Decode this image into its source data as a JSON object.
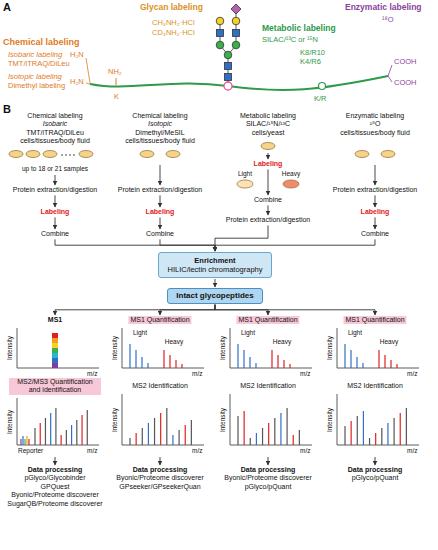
{
  "diagram": {
    "nodes": [
      {
        "text": [
          "Chemical labeling",
          "Isobaric",
          "TMT/iTRAQ/DiLeu",
          "cells/tissues/body fluid"
        ]
      },
      {
        "text": [
          "Protein extraction/digestion"
        ]
      },
      {
        "text": [
          "Labeling"
        ]
      },
      {
        "text": [
          "Combine"
        ]
      },
      {
        "text": [
          "Chemical labeling",
          "Isotopic",
          "Dimethyl/MeSIL",
          "cells/tissues/body fluid"
        ]
      },
      {
        "text": [
          "Protein extraction/digestion"
        ]
      },
      {
        "text": [
          "Labeling"
        ]
      },
      {
        "text": [
          "Combine"
        ]
      },
      {
        "text": [
          "Metabolic labeling",
          "SILAC/¹⁵N/¹³C",
          "cells/yeast"
        ]
      },
      {
        "text": [
          "Labeling"
        ]
      },
      {
        "text": [
          "Combine"
        ]
      },
      {
        "text": [
          "Protein extraction/digestion"
        ]
      },
      {
        "text": [
          "Enzymatic labeling",
          "¹⁸O",
          "cells/tissues/body fluid"
        ]
      },
      {
        "text": [
          "Protein extraction/digestion"
        ]
      },
      {
        "text": [
          "Labeling"
        ]
      },
      {
        "text": [
          "Combine"
        ]
      },
      {
        "text": [
          "Enrichment",
          "HILIC/lectin chromatography"
        ]
      },
      {
        "text": [
          "Intact glycopeptides"
        ]
      },
      {
        "text": [
          "MS1",
          "MS2/MS3 Quantification and identification"
        ]
      },
      {
        "text": [
          "MS1 Quantification",
          "MS2 Identification"
        ]
      },
      {
        "text": [
          "MS1 Quantification",
          "MS2 Identification"
        ]
      },
      {
        "text": [
          "MS1 Quantification",
          "MS2 Identification"
        ]
      },
      {
        "text": [
          "Data processing",
          "pGlyco/Glycobinder",
          "GPQuest",
          "Byonic/Proteome discoverer",
          "SugarQB/Proteome discoverer"
        ]
      },
      {
        "text": [
          "Data processing",
          "Byonic/Proteome discoverer",
          "GPseeker/GPseekerQuan"
        ]
      },
      {
        "text": [
          "Data processing",
          "Byonic/Proteome discoverer",
          "pGlyco/pQuant"
        ]
      },
      {
        "text": [
          "Data processing",
          "pGlyco/pQuant"
        ]
      }
    ],
    "edges": [
      {
        "from": 0,
        "to": 1,
        "arrow": "to"
      },
      {
        "from": 1,
        "to": 2,
        "arrow": "to"
      },
      {
        "from": 2,
        "to": 3,
        "arrow": "to"
      },
      {
        "from": 3,
        "to": 16,
        "arrow": "to"
      },
      {
        "from": 4,
        "to": 5,
        "arrow": "to"
      },
      {
        "from": 5,
        "to": 6,
        "arrow": "to"
      },
      {
        "from": 6,
        "to": 7,
        "arrow": "to"
      },
      {
        "from": 7,
        "to": 16,
        "arrow": "to"
      },
      {
        "from": 8,
        "to": 9,
        "arrow": "to"
      },
      {
        "from": 9,
        "to": 10,
        "arrow": "to"
      },
      {
        "from": 10,
        "to": 11,
        "arrow": "to"
      },
      {
        "from": 11,
        "to": 16,
        "arrow": "to"
      },
      {
        "from": 12,
        "to": 13,
        "arrow": "to"
      },
      {
        "from": 13,
        "to": 14,
        "arrow": "to"
      },
      {
        "from": 14,
        "to": 15,
        "arrow": "to"
      },
      {
        "from": 15,
        "to": 16,
        "arrow": "to"
      },
      {
        "from": 16,
        "to": 17,
        "arrow": "to"
      },
      {
        "from": 17,
        "to": 18,
        "arrow": "to"
      },
      {
        "from": 17,
        "to": 19,
        "arrow": "to"
      },
      {
        "from": 17,
        "to": 20,
        "arrow": "to"
      },
      {
        "from": 17,
        "to": 21,
        "arrow": "to"
      },
      {
        "from": 18,
        "to": 22,
        "arrow": "to"
      },
      {
        "from": 19,
        "to": 23,
        "arrow": "to"
      },
      {
        "from": 20,
        "to": 24,
        "arrow": "to"
      },
      {
        "from": 21,
        "to": 25,
        "arrow": "to"
      }
    ],
    "labels": [
      "A",
      "Glycan labeling",
      "CH₃NH₂·HCl",
      "CD₃NH₂·HCl",
      "Metabolic labeling",
      "SILAC/¹³C or ¹⁵N",
      "K8/R10",
      "K4/R6",
      "K/R",
      "Enzymatic labeling",
      "¹⁸O",
      "Chemical labeling",
      "Isobaric labeling",
      "H₂N",
      "TMT/iTRAQ/DiLeu",
      "Isotopic labeling",
      "H₂N",
      "Dimethyl labeling",
      "NH₂",
      "K",
      "COOH",
      "COOH",
      "B",
      "up to 18 or 21 samples",
      "Light",
      "Heavy",
      "Intensity",
      "m/z",
      "Reporter",
      "Intensity",
      "m/z",
      "Light",
      "Heavy",
      "Intensity",
      "m/z",
      "Intensity",
      "m/z",
      "Light",
      "Heavy",
      "Intensity",
      "m/z",
      "Intensity",
      "m/z",
      "Light",
      "Heavy",
      "Intensity",
      "m/z",
      "Intensity",
      "m/z"
    ]
  }
}
